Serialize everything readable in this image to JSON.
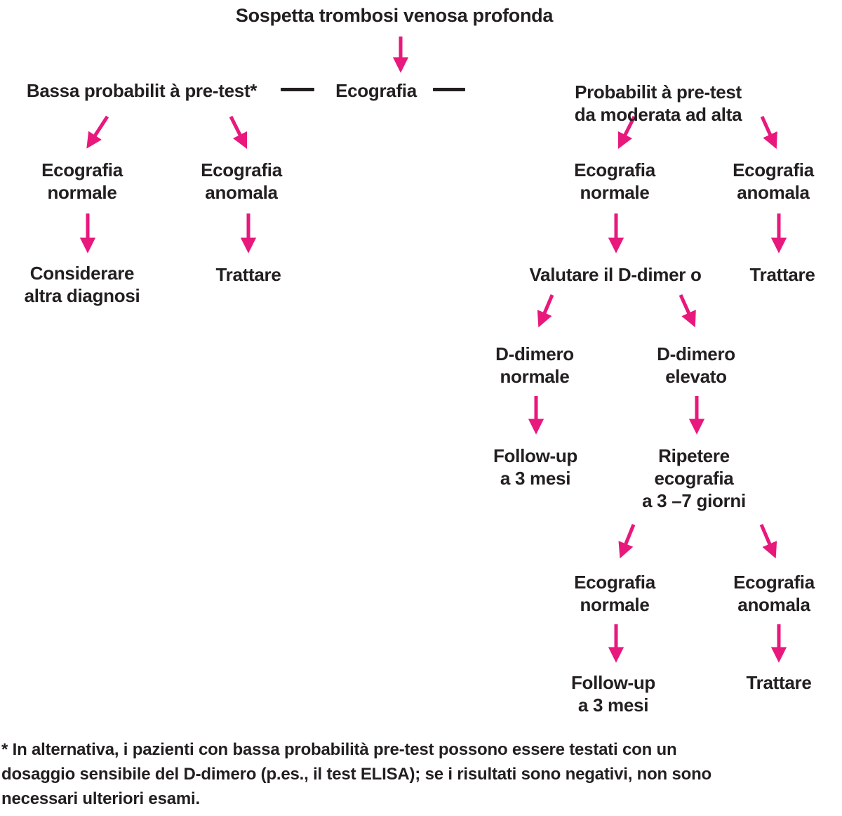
{
  "diagram": {
    "accent_color": "#E8187C",
    "text_color": "#231F20",
    "nodes": {
      "title": "Sospetta trombosi venosa profonda",
      "low_prob": "Bassa probabilit à pre-test*",
      "ecografia": "Ecografia",
      "high_prob": "Probabilit à pre-test da moderata ad alta",
      "eco_normale_left": "Ecografia\nnormale",
      "eco_anomala_left": "Ecografia\nanomala",
      "considerare": "Considerare\naltra diagnosi",
      "trattare_left": "Trattare",
      "eco_normale_right": "Ecografia\nnormale",
      "eco_anomala_right": "Ecografia\nanomala",
      "valutare": "Valutare il D-dimer o",
      "trattare_right": "Trattare",
      "ddimero_normale": "D-dimero\nnormale",
      "ddimero_elevato": "D-dimero\nelevato",
      "followup_1": "Follow-up\na 3 mesi",
      "ripetere": "Ripetere\necografia\na 3 –7 giorni",
      "eco_normale_bottom": "Ecografia\nnormale",
      "eco_anomala_bottom": "Ecografia\nanomala",
      "followup_2": "Follow-up\na 3 mesi",
      "trattare_bottom": "Trattare"
    },
    "edges": [
      {
        "from": "title",
        "to": "ecografia"
      },
      {
        "from": "low_prob",
        "to": "eco_normale_left"
      },
      {
        "from": "low_prob",
        "to": "eco_anomala_left"
      },
      {
        "from": "eco_normale_left",
        "to": "considerare"
      },
      {
        "from": "eco_anomala_left",
        "to": "trattare_left"
      },
      {
        "from": "high_prob",
        "to": "eco_normale_right"
      },
      {
        "from": "high_prob",
        "to": "eco_anomala_right"
      },
      {
        "from": "eco_normale_right",
        "to": "valutare"
      },
      {
        "from": "eco_anomala_right",
        "to": "trattare_right"
      },
      {
        "from": "valutare",
        "to": "ddimero_normale"
      },
      {
        "from": "valutare",
        "to": "ddimero_elevato"
      },
      {
        "from": "ddimero_normale",
        "to": "followup_1"
      },
      {
        "from": "ddimero_elevato",
        "to": "ripetere"
      },
      {
        "from": "ripetere",
        "to": "eco_normale_bottom"
      },
      {
        "from": "ripetere",
        "to": "eco_anomala_bottom"
      },
      {
        "from": "eco_normale_bottom",
        "to": "followup_2"
      },
      {
        "from": "eco_anomala_bottom",
        "to": "trattare_bottom"
      }
    ],
    "footnote": "* In alternativa, i pazienti con bassa probabilità pre-test possono essere testati con un\ndosaggio sensibile del D-dimero (p.es., il test ELISA); se i risultati sono negativi, non sono\nnecessari ulteriori esami."
  }
}
